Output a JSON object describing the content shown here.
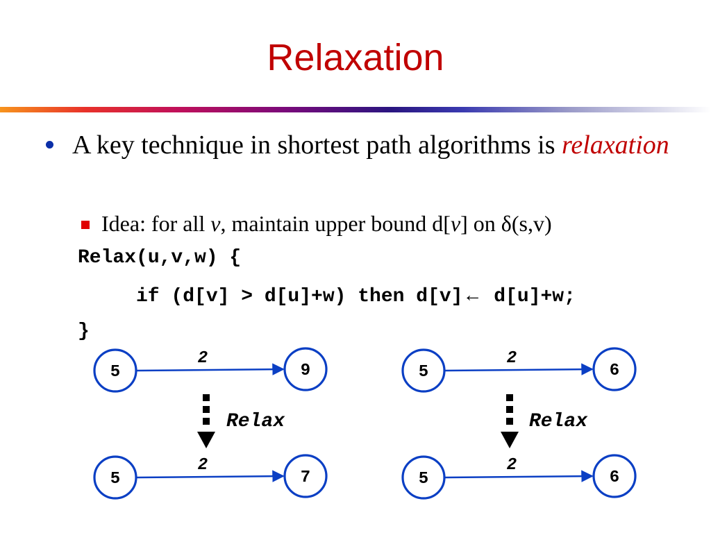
{
  "slide": {
    "title": "Relaxation",
    "bullet": {
      "text_before": "A key technique in shortest path algorithms is ",
      "emphasis": "relaxation"
    },
    "sub_bullet": {
      "prefix": "Idea: for all ",
      "var_v": "v",
      "middle": ", maintain upper bound d[",
      "var_v2": "v",
      "suffix": "] on δ(s,v)"
    },
    "code": {
      "line1": "Relax(u,v,w) {",
      "line2_before": "if (d[v] > d[u]+w) then d[v]",
      "line2_arrow": "←",
      "line2_after": " d[u]+w;",
      "line3": "}"
    }
  },
  "examples": [
    {
      "before": {
        "u": "5",
        "v": "9",
        "weight": "2"
      },
      "relax_label": "Relax",
      "after": {
        "u": "5",
        "v": "7",
        "weight": "2"
      }
    },
    {
      "before": {
        "u": "5",
        "v": "6",
        "weight": "2"
      },
      "relax_label": "Relax",
      "after": {
        "u": "5",
        "v": "6",
        "weight": "2"
      }
    }
  ],
  "colors": {
    "title": "#c00000",
    "node_outline": "#0b3fc4",
    "bullet": "#0b2fa8",
    "sub_marker": "#e00000"
  }
}
